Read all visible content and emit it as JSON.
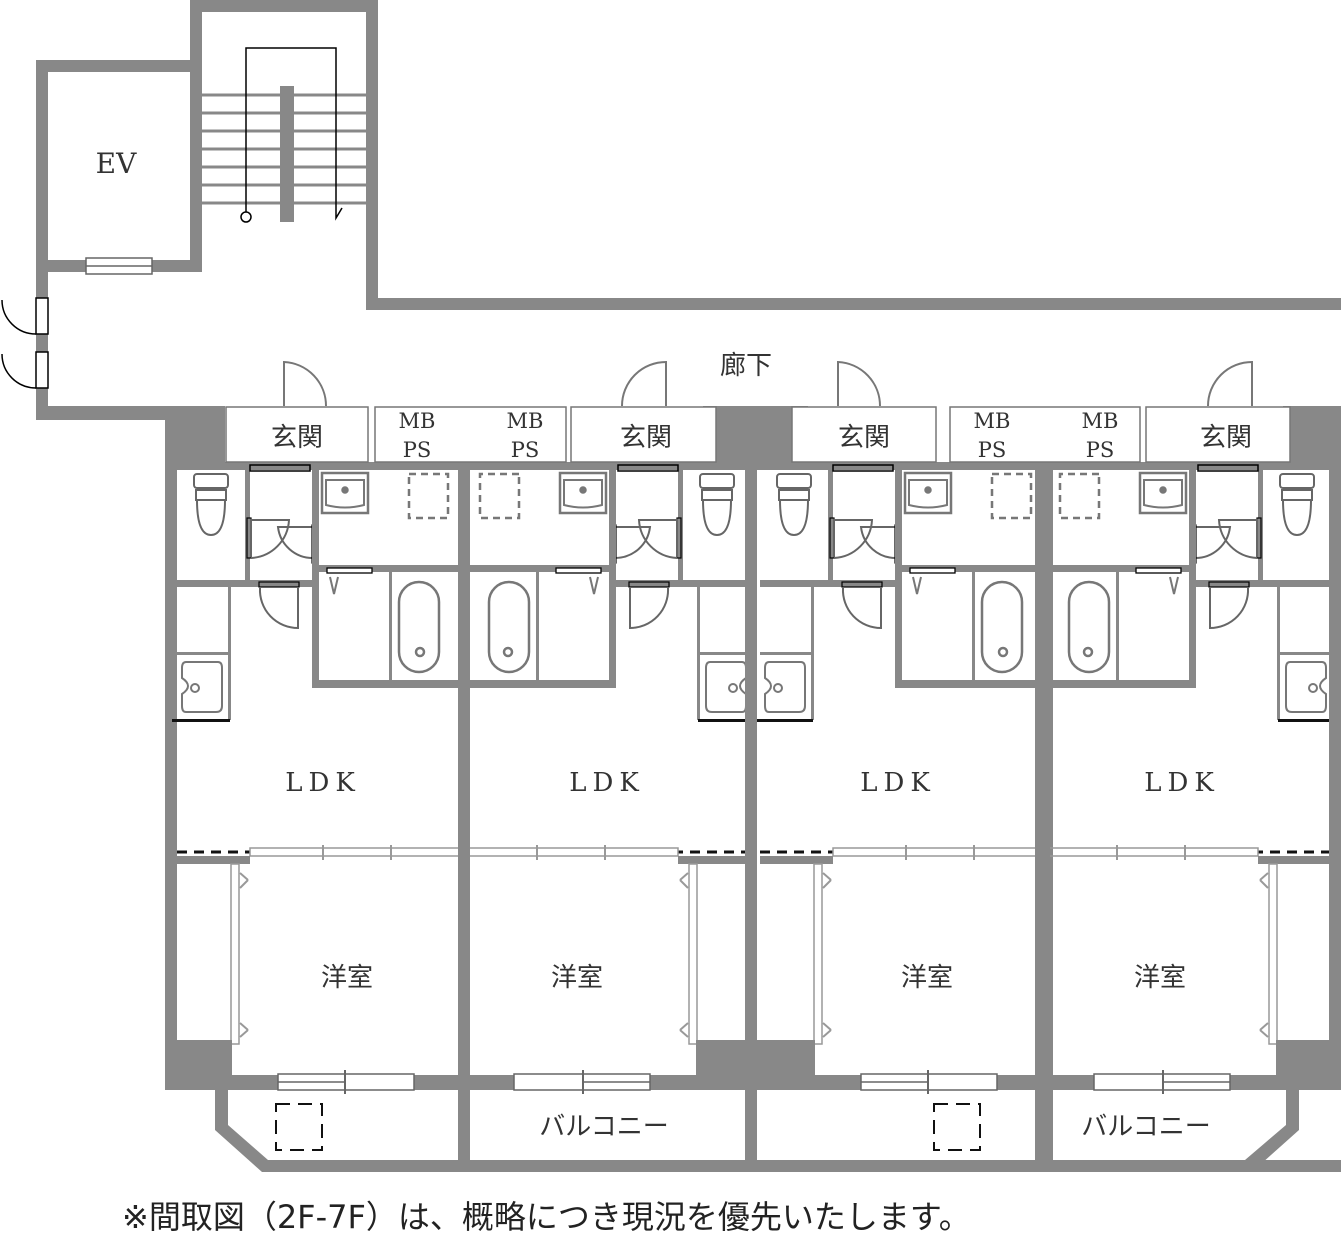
{
  "labels": {
    "ev": "EV",
    "corridor": "廊下",
    "entrance": "玄関",
    "mb": "MB",
    "ps": "PS",
    "ldk": "LDK",
    "bedroom": "洋室",
    "balcony": "バルコニー"
  },
  "note": "※間取図（2F-7F）は、概略につき現況を優先いたします。",
  "colors": {
    "wall": "#888888",
    "line": "#777777",
    "black": "#111111"
  }
}
